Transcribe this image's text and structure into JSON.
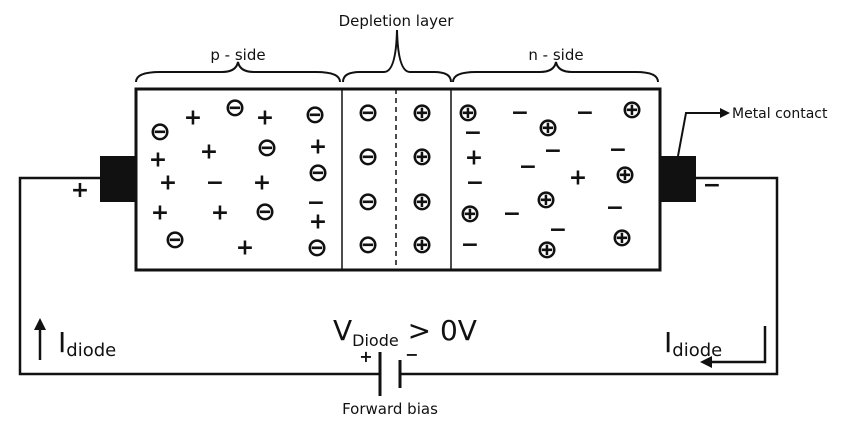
{
  "labels": {
    "depletion_layer": "Depletion layer",
    "p_side": "p - side",
    "n_side": "n - side",
    "metal_contact": "Metal contact",
    "forward_bias": "Forward bias",
    "left_terminal": "+",
    "right_terminal": "−",
    "battery_plus": "+",
    "battery_minus": "−",
    "voltage": {
      "main": "V",
      "sub": "Diode",
      "rest": " > 0V"
    },
    "current_left": {
      "main": "I",
      "sub": "diode"
    },
    "current_right": {
      "main": "I",
      "sub": "diode"
    }
  },
  "charge_symbols": {
    "plus": "+",
    "minus": "−",
    "circled_plus": "⊕",
    "circled_minus": "⊖"
  }
}
